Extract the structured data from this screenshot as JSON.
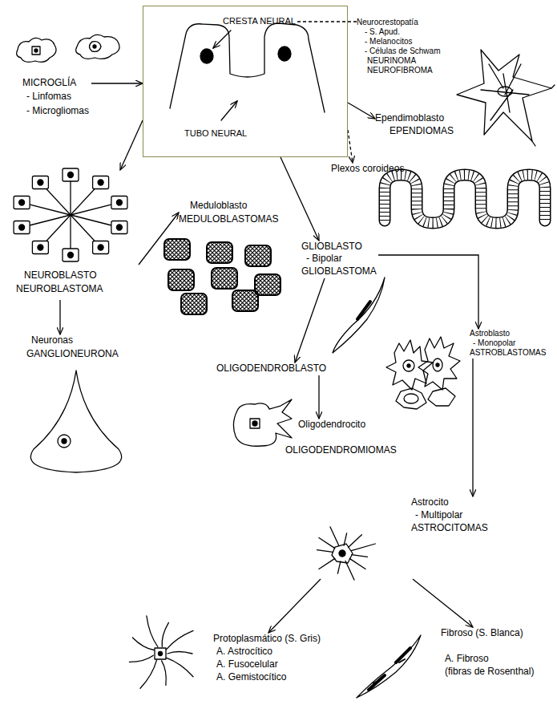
{
  "diagram": {
    "nodes": [
      {
        "text": []
      },
      {
        "text": [
          "CRESTA NEURAL"
        ],
        "in": 0
      },
      {
        "text": [
          "TUBO NEURAL"
        ],
        "in": 0
      },
      {
        "text": [
          "Neurocrestopatía",
          "- S. Apud.",
          "- Melanocitos",
          "- Células de Schwam",
          "NEURINOMA",
          "NEUROFIBROMA"
        ]
      },
      {
        "text": [
          "MICROGLÍA",
          "- Linfomas",
          "- Microgliomas"
        ]
      },
      {
        "text": [
          "Ependimoblasto",
          "EPENDIOMAS"
        ]
      },
      {
        "text": [
          "Plexos coroideos"
        ]
      },
      {
        "text": [
          "NEUROBLASTO",
          "NEUROBLASTOMA"
        ]
      },
      {
        "text": [
          "Meduloblasto",
          "MEDULOBLASTOMAS"
        ]
      },
      {
        "text": [
          "GLIOBLASTO",
          "- Bipolar",
          "GLIOBLASTOMA"
        ]
      },
      {
        "text": [
          "Neuronas",
          "GANGLIONEURONA"
        ]
      },
      {
        "text": [
          "OLIGODENDROBLASTO"
        ]
      },
      {
        "text": [
          "Astroblasto",
          "- Monopolar",
          "ASTROBLASTOMAS"
        ]
      },
      {
        "text": [
          "Oligodendrocito",
          "OLIGODENDROMIOMAS"
        ]
      },
      {
        "text": [
          "Astrocito",
          "- Multipolar",
          "ASTROCITOMAS"
        ]
      },
      {
        "text": [
          "Protoplasmático (S. Gris)",
          "A. Astrocítico",
          "A. Fusocelular",
          "A. Gemistocítico"
        ]
      },
      {
        "text": [
          "Fibroso (S. Blanca)",
          "A. Fibroso",
          "(fibras de Rosenthal)"
        ]
      }
    ],
    "edges": [
      {
        "from": 1,
        "to": 3,
        "arrow": "none"
      },
      {
        "from": 4,
        "to": 0,
        "arrow": "to"
      },
      {
        "from": 0,
        "to": 7,
        "arrow": "to"
      },
      {
        "from": 0,
        "to": 5,
        "arrow": "to"
      },
      {
        "from": 0,
        "to": 6,
        "arrow": "to"
      },
      {
        "from": 0,
        "to": 9,
        "arrow": "to"
      },
      {
        "from": 7,
        "to": 8,
        "arrow": "to"
      },
      {
        "from": 7,
        "to": 10,
        "arrow": "to"
      },
      {
        "from": 9,
        "to": 11,
        "arrow": "to"
      },
      {
        "from": 9,
        "to": 12,
        "arrow": "to"
      },
      {
        "from": 11,
        "to": 13,
        "arrow": "to"
      },
      {
        "from": 12,
        "to": 14,
        "arrow": "to"
      },
      {
        "from": 14,
        "to": 15,
        "arrow": "to"
      },
      {
        "from": 14,
        "to": 16,
        "arrow": "to"
      }
    ]
  }
}
